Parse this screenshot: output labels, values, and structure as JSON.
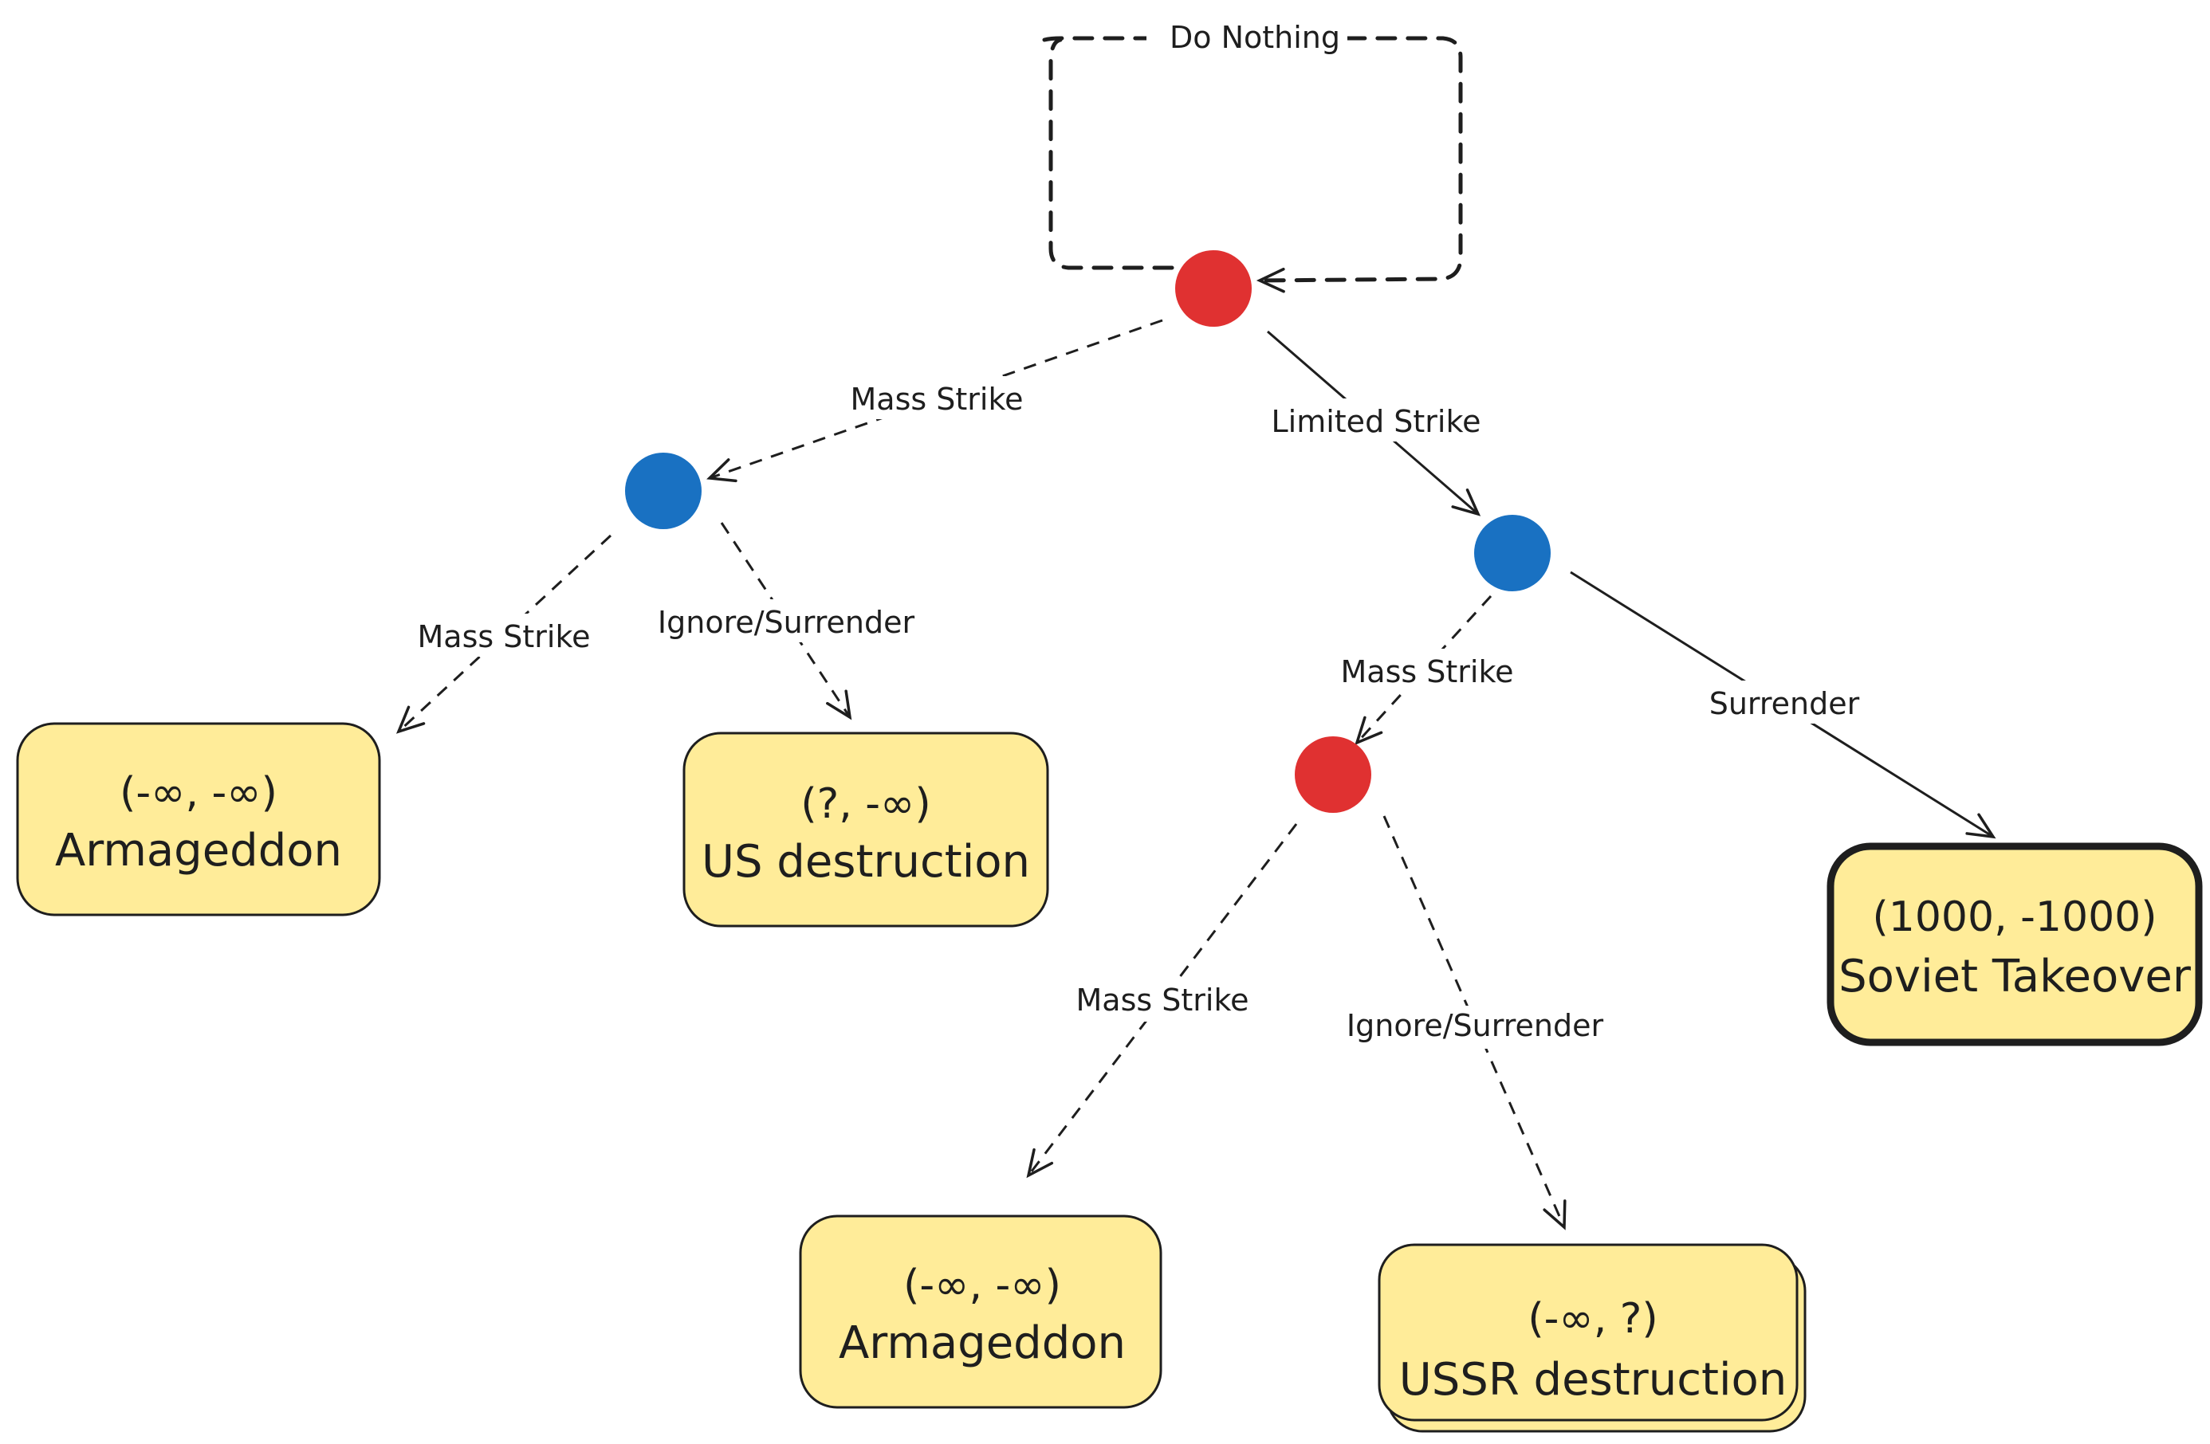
{
  "title": "Nuclear strike decision tree",
  "colors": {
    "player1_node": "#e03131",
    "player2_node": "#1971c2",
    "outcome_fill": "#ffec99",
    "stroke": "#1e1e1e"
  },
  "nodes": [
    {
      "id": "root",
      "player": "player1",
      "color": "#e03131"
    },
    {
      "id": "us-after-mass",
      "player": "player2",
      "color": "#1971c2"
    },
    {
      "id": "us-after-limited",
      "player": "player2",
      "color": "#1971c2"
    },
    {
      "id": "ussr-after-us-mass",
      "player": "player1",
      "color": "#e03131"
    }
  ],
  "edges": [
    {
      "id": "do-nothing",
      "from": "root",
      "to": "root",
      "label": "Do Nothing",
      "style": "dashed"
    },
    {
      "id": "root-mass",
      "from": "root",
      "to": "us-after-mass",
      "label": "Mass Strike",
      "style": "dashed"
    },
    {
      "id": "root-limited",
      "from": "root",
      "to": "us-after-limited",
      "label": "Limited Strike",
      "style": "solid"
    },
    {
      "id": "us1-mass",
      "from": "us-after-mass",
      "to": "out-armageddon-1",
      "label": "Mass Strike",
      "style": "dashed"
    },
    {
      "id": "us1-ignore",
      "from": "us-after-mass",
      "to": "out-us-destruction",
      "label": "Ignore/Surrender",
      "style": "dashed"
    },
    {
      "id": "us2-mass",
      "from": "us-after-limited",
      "to": "ussr-after-us-mass",
      "label": "Mass Strike",
      "style": "dashed"
    },
    {
      "id": "us2-surrender",
      "from": "us-after-limited",
      "to": "out-soviet-takeover",
      "label": "Surrender",
      "style": "solid"
    },
    {
      "id": "ussr-mass",
      "from": "ussr-after-us-mass",
      "to": "out-armageddon-2",
      "label": "Mass Strike",
      "style": "dashed"
    },
    {
      "id": "ussr-ignore",
      "from": "ussr-after-us-mass",
      "to": "out-ussr-destruction",
      "label": "Ignore/Surrender",
      "style": "dashed"
    }
  ],
  "outcomes": [
    {
      "id": "out-armageddon-1",
      "payoff": "(-∞, -∞)",
      "label": "Armageddon"
    },
    {
      "id": "out-us-destruction",
      "payoff": "(?, -∞)",
      "label": "US destruction"
    },
    {
      "id": "out-soviet-takeover",
      "payoff": "(1000, -1000)",
      "label": "Soviet Takeover",
      "emphasized": true
    },
    {
      "id": "out-armageddon-2",
      "payoff": "(-∞, -∞)",
      "label": "Armageddon"
    },
    {
      "id": "out-ussr-destruction",
      "payoff": "(-∞, ?)",
      "label": "USSR destruction"
    }
  ]
}
